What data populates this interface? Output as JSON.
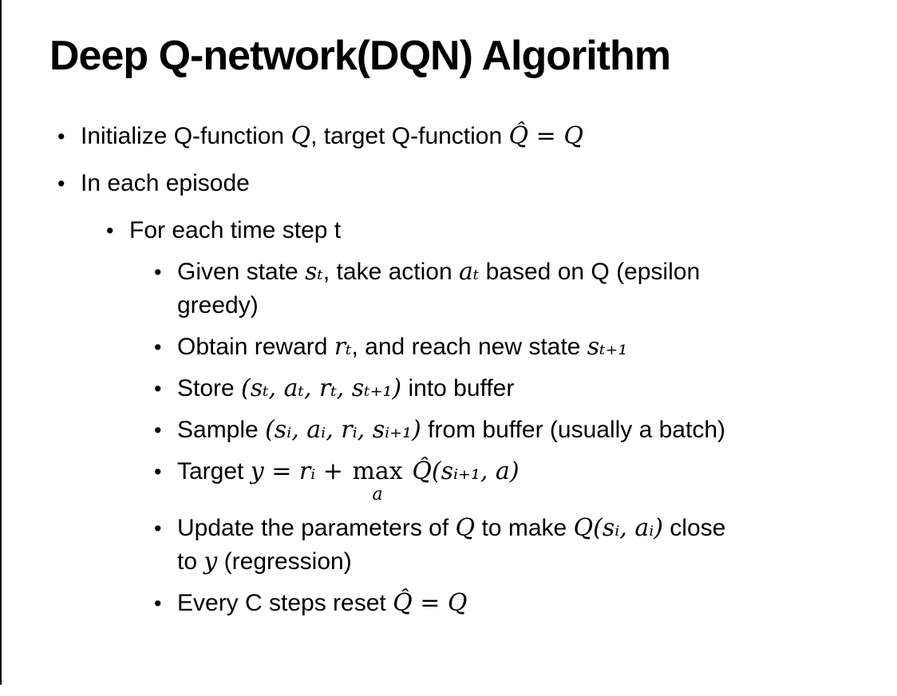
{
  "colors": {
    "background": "#ffffff",
    "text": "#000000",
    "border_line": "#000000"
  },
  "slide": {
    "title": "Deep Q-network(DQN) Algorithm",
    "bullet_glyph": "•",
    "bullets": [
      {
        "level": 1,
        "segments": [
          {
            "s": "r",
            "t": "Initialize Q-function "
          },
          {
            "s": "m",
            "t": "Q"
          },
          {
            "s": "r",
            "t": ", target Q-function "
          },
          {
            "s": "m",
            "t": "Q̂ = Q"
          }
        ]
      },
      {
        "level": 1,
        "segments": [
          {
            "s": "r",
            "t": "In each episode"
          }
        ]
      },
      {
        "level": 2,
        "segments": [
          {
            "s": "r",
            "t": "For each time step t"
          }
        ]
      },
      {
        "level": 3,
        "segments": [
          {
            "s": "r",
            "t": "Given state "
          },
          {
            "s": "m",
            "t": "sₜ"
          },
          {
            "s": "r",
            "t": ", take action "
          },
          {
            "s": "m",
            "t": "aₜ"
          },
          {
            "s": "r",
            "t": " based on Q (epsilon"
          },
          {
            "s": "br"
          },
          {
            "s": "r",
            "t": "greedy)"
          }
        ]
      },
      {
        "level": 3,
        "segments": [
          {
            "s": "r",
            "t": "Obtain reward "
          },
          {
            "s": "m",
            "t": "rₜ"
          },
          {
            "s": "r",
            "t": ", and reach new state "
          },
          {
            "s": "m",
            "t": "sₜ₊₁"
          }
        ]
      },
      {
        "level": 3,
        "segments": [
          {
            "s": "r",
            "t": "Store "
          },
          {
            "s": "m",
            "t": "(sₜ, aₜ, rₜ, sₜ₊₁)"
          },
          {
            "s": "r",
            "t": " into buffer"
          }
        ]
      },
      {
        "level": 3,
        "segments": [
          {
            "s": "r",
            "t": "Sample "
          },
          {
            "s": "m",
            "t": "(sᵢ, aᵢ, rᵢ, sᵢ₊₁)"
          },
          {
            "s": "r",
            "t": " from buffer (usually a batch)"
          }
        ]
      },
      {
        "level": 3,
        "segments": [
          {
            "s": "r",
            "t": "Target "
          },
          {
            "s": "m",
            "t": "y = rᵢ + "
          },
          {
            "s": "max",
            "t": "max",
            "u": "a"
          },
          {
            "s": "m",
            "t": " Q̂(sᵢ₊₁, a)"
          }
        ]
      },
      {
        "level": 3,
        "segments": [
          {
            "s": "r",
            "t": "Update the parameters of "
          },
          {
            "s": "m",
            "t": "Q"
          },
          {
            "s": "r",
            "t": " to make "
          },
          {
            "s": "m",
            "t": "Q(sᵢ, aᵢ)"
          },
          {
            "s": "r",
            "t": " close"
          },
          {
            "s": "br"
          },
          {
            "s": "r",
            "t": "to "
          },
          {
            "s": "m",
            "t": "y"
          },
          {
            "s": "r",
            "t": " (regression)"
          }
        ]
      },
      {
        "level": 3,
        "segments": [
          {
            "s": "r",
            "t": "Every C steps reset "
          },
          {
            "s": "m",
            "t": "Q̂ = Q"
          }
        ]
      }
    ]
  }
}
